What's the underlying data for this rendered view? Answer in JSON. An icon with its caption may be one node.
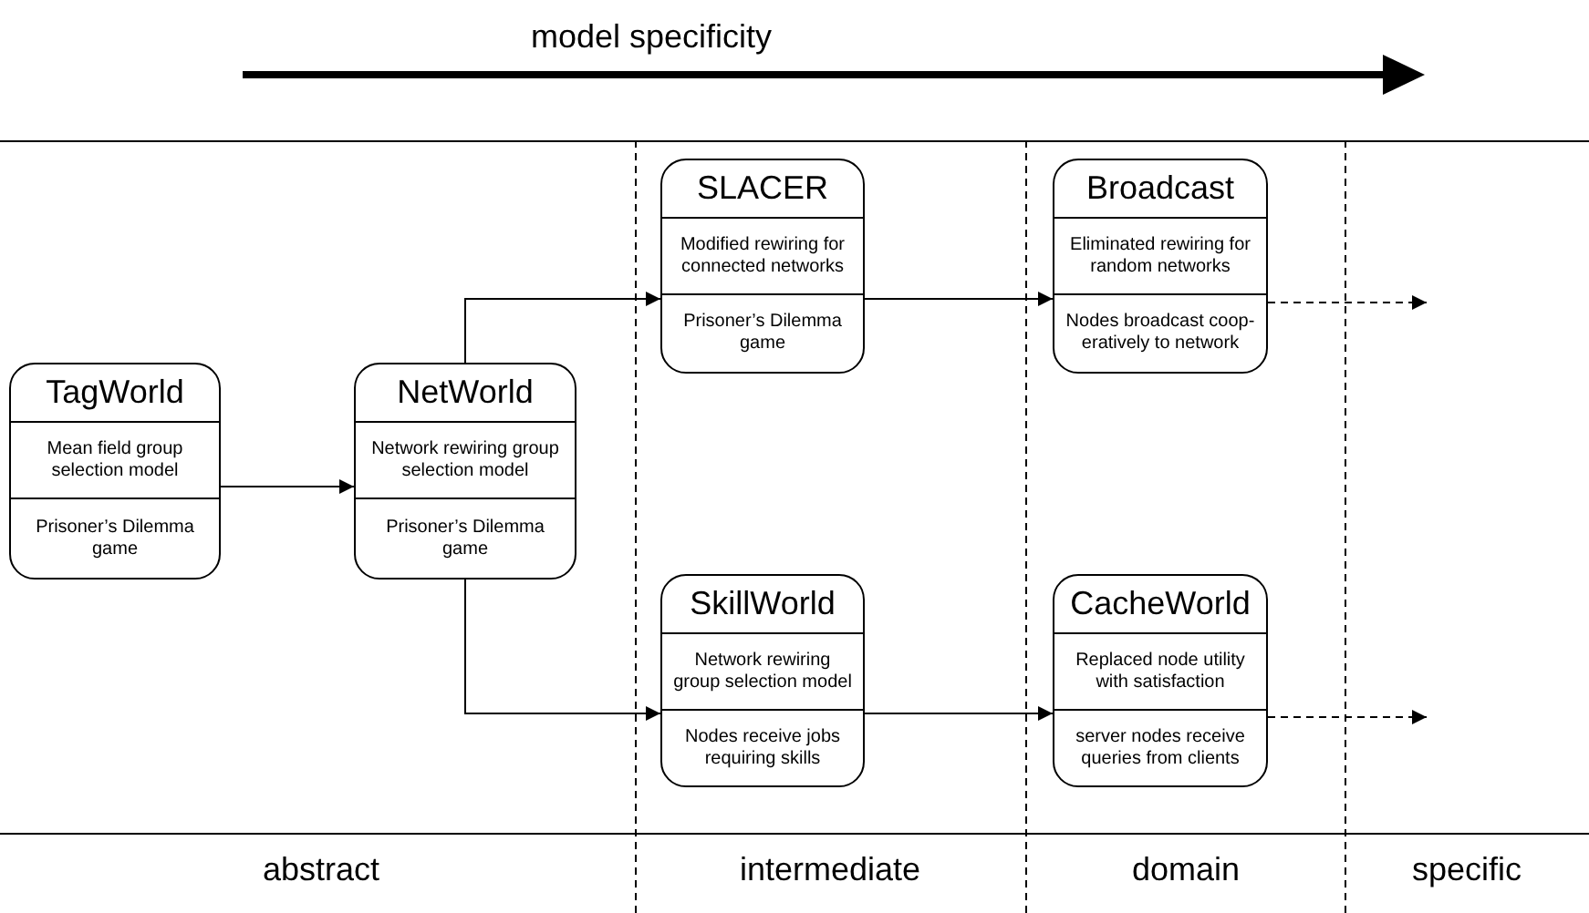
{
  "diagram": {
    "nodes": [
      {
        "text": [
          "TagWorld",
          "Mean field group selection model",
          "Prisoner’s Dilemma game"
        ]
      },
      {
        "text": [
          "NetWorld",
          "Network rewiring group selection model",
          "Prisoner’s Dilemma game"
        ]
      },
      {
        "text": [
          "SLACER",
          "Modified rewiring for connected networks",
          "Prisoner’s Dilemma game"
        ]
      },
      {
        "text": [
          "Broadcast",
          "Eliminated rewiring for random networks",
          "Nodes broadcast coop-eratively to network"
        ]
      },
      {
        "text": [
          "SkillWorld",
          "Network rewiring group selection model",
          "Nodes receive jobs requiring skills"
        ]
      },
      {
        "text": [
          "CacheWorld",
          "Replaced node utility with satisfaction",
          "server nodes receive queries from clients"
        ]
      }
    ],
    "edges": [
      {
        "from": 0,
        "to": 1,
        "arrow": "to"
      },
      {
        "from": 1,
        "to": 2,
        "arrow": "to"
      },
      {
        "from": 1,
        "to": 4,
        "arrow": "to"
      },
      {
        "from": 2,
        "to": 3,
        "arrow": "to"
      },
      {
        "from": 4,
        "to": 5,
        "arrow": "to"
      },
      {
        "from": 3,
        "to": null,
        "arrow": "to",
        "style": "dashed"
      },
      {
        "from": 5,
        "to": null,
        "arrow": "to",
        "style": "dashed"
      }
    ],
    "labels": [
      "model specificity",
      "abstract",
      "intermediate",
      "domain",
      "specific"
    ]
  }
}
